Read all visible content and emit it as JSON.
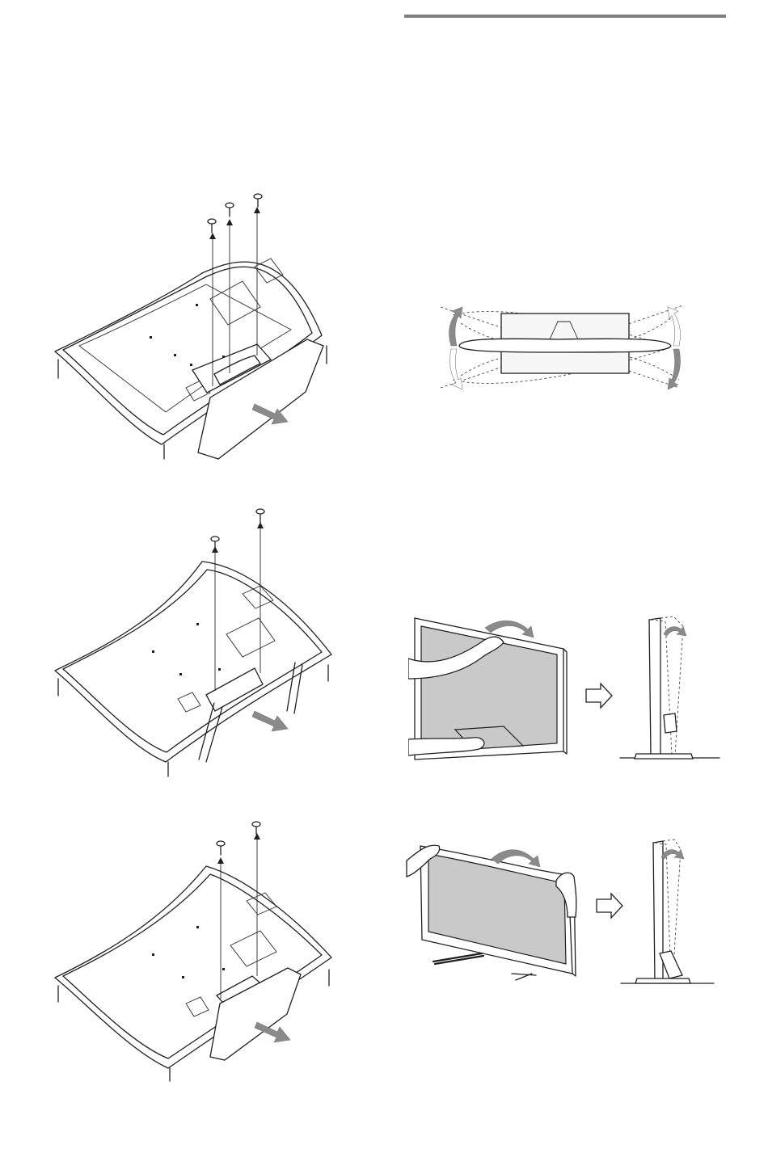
{
  "page": {
    "figures": [
      {
        "id": "remove-stand-type-a",
        "icon": "tv-back-three-screws-stand-removal"
      },
      {
        "id": "remove-stand-type-b",
        "icon": "tv-back-two-screws-leg-frame-removal"
      },
      {
        "id": "remove-stand-type-c",
        "icon": "tv-back-two-screws-stand-removal"
      },
      {
        "id": "swivel-angle",
        "icon": "tv-top-view-swivel-range"
      },
      {
        "id": "tilt-adjust-a",
        "icon": "hands-tilting-tv-with-side-view"
      },
      {
        "id": "tilt-adjust-b",
        "icon": "hands-tilting-tv-side-view-b"
      }
    ],
    "colors": {
      "line": "#1f1f1f",
      "screen_fill": "#c9c9c9",
      "arrow_fill": "#8a8a8a",
      "rule": "#808080"
    }
  }
}
